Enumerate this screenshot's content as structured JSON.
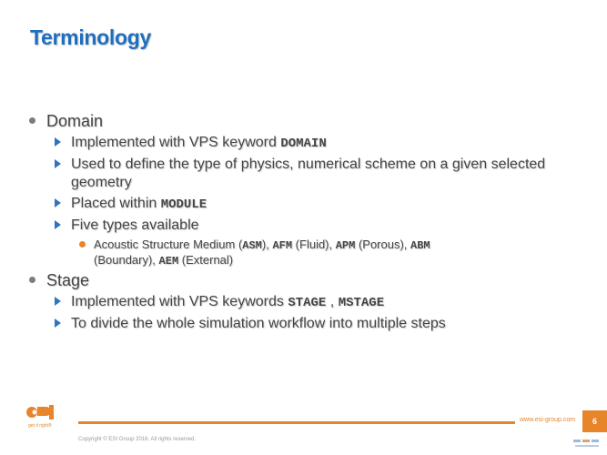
{
  "slide": {
    "title": "Terminology",
    "items": [
      {
        "label": "Domain"
      },
      {
        "text_pre": "Implemented with VPS keyword ",
        "kw": "DOMAIN"
      },
      {
        "line1": "Used to define the type of physics, numerical scheme on a given selected",
        "line2": "geometry"
      },
      {
        "text_pre": "Placed within ",
        "kw": "MODULE"
      },
      {
        "label": "Five types available"
      },
      {
        "p1": "Acoustic Structure Medium (",
        "k1": "ASM",
        "p2": "), ",
        "k2": "AFM",
        "p3": " (Fluid), ",
        "k3": "APM",
        "p4": " (Porous), ",
        "k4": "ABM",
        "p5": "(Boundary), ",
        "k5": "AEM",
        "p6": " (External)"
      },
      {
        "label": "Stage"
      },
      {
        "text_pre": "Implemented with VPS keywords ",
        "kw1": "STAGE",
        "mid": " , ",
        "kw2": "MSTAGE"
      },
      {
        "label": "To divide the whole simulation workflow into multiple steps"
      }
    ]
  },
  "footer": {
    "url": "www.esi-group.com",
    "page_number": "6",
    "copyright": "Copyright © ESI Group 2016. All rights reserved.",
    "logo_tagline": "get it right®",
    "accent_color": "#e8842a"
  },
  "colors": {
    "title": "#1f6fc0",
    "level2_bullet": "#2f74c0",
    "level3_bullet": "#e9842a"
  }
}
